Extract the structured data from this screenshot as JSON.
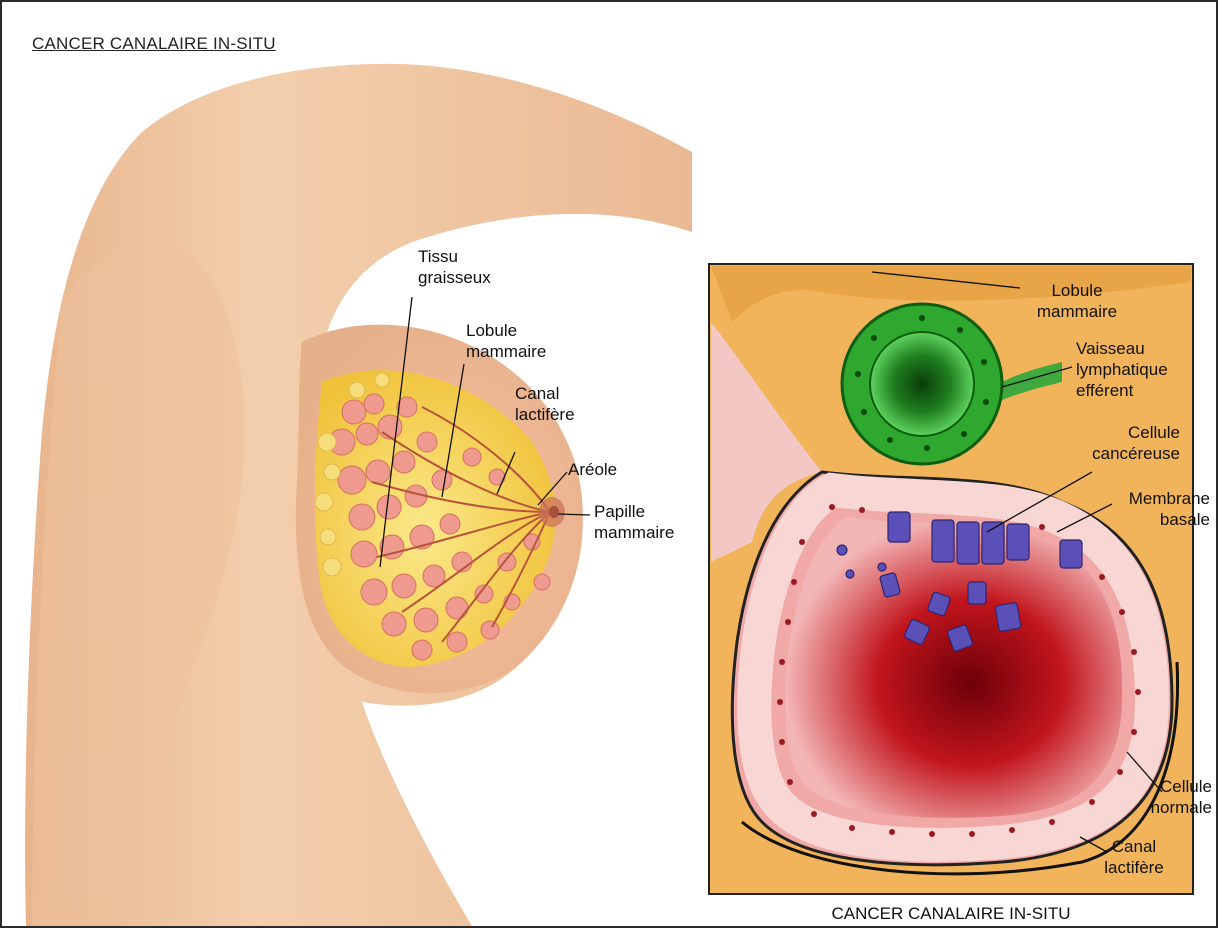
{
  "title": "CANCER CANALAIRE IN-SITU",
  "left_labels": {
    "tissu_graisseux": "Tissu\ngraisseux",
    "lobule_mammaire": "Lobule\nmammaire",
    "canal_lactifere": "Canal\nlactifère",
    "areole": "Aréole",
    "papille_mammaire": "Papille\nmammaire"
  },
  "inset_labels": {
    "lobule_mammaire": "Lobule\nmammaire",
    "vaisseau_lymphatique": "Vaisseau\nlymphatique\nefférent",
    "cellule_cancereuse": "Cellule\ncancéreuse",
    "membrane_basale": "Membrane\nbasale",
    "cellule_normale": "Cellule\nnormale",
    "canal_lactifere": "Canal\nlactifère"
  },
  "inset_caption": "CANCER CANALAIRE IN-SITU",
  "colors": {
    "skin": "#f0c8a2",
    "fat": "#f4d34a",
    "lobules": "#ec8f86",
    "inset_background": "#f2b45a",
    "lymphatic_vessel": "#2ea82e",
    "duct_lumen": "#c0161c",
    "cancer_cell": "#5b4fb8"
  }
}
